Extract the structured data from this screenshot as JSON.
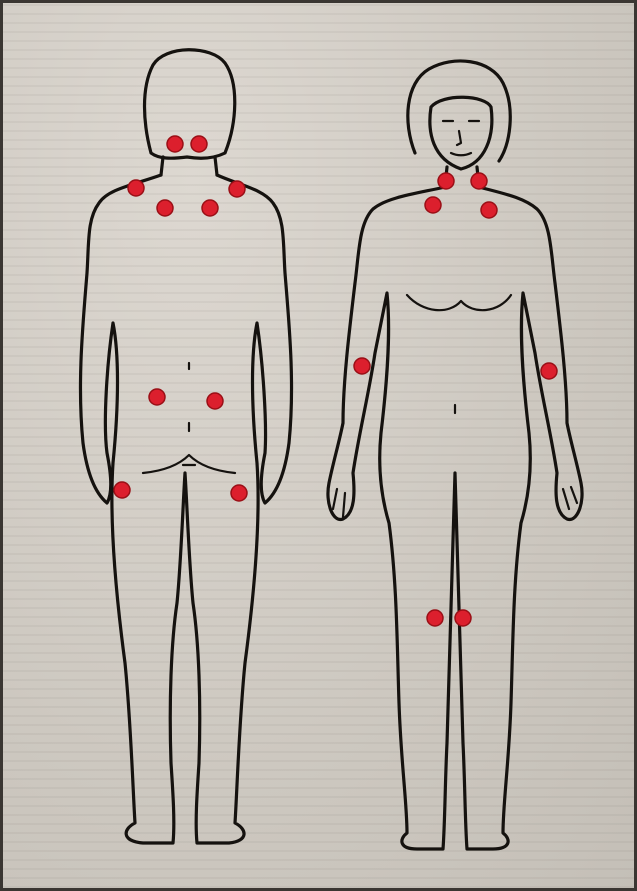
{
  "figure": {
    "views": [
      {
        "name": "back",
        "tender_points": 10
      },
      {
        "name": "front",
        "tender_points": 8
      }
    ]
  },
  "colors": {
    "tender_point": "#dc1f2d",
    "outline": "#15120f",
    "paper": "#cfcac3"
  }
}
